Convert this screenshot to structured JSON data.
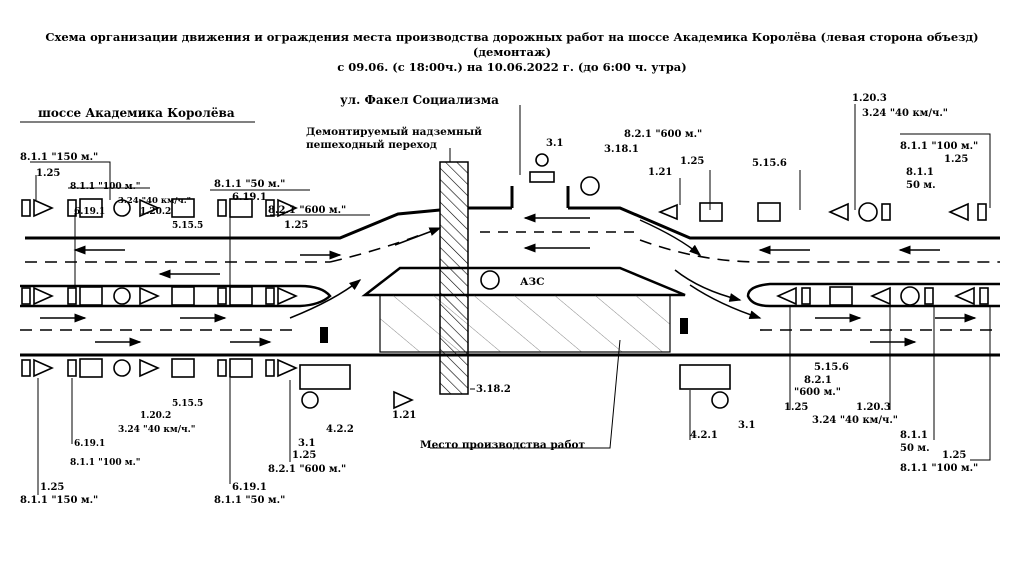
{
  "title": {
    "line1": "Схема организации движения и ограждения места производства дорожных работ на шоссе Академика Королёва (левая сторона объезд)",
    "line2": "(демонтаж)",
    "line3": "с 09.06. (с 18:00ч.) на 10.06.2022 г. (до 6:00 ч. утра)"
  },
  "streets": {
    "main": "шоссе Академика Королёва",
    "cross": "ул. Факел Социализма"
  },
  "annotations": {
    "crossing_line1": "Демонтируемый надземный",
    "crossing_line2": "пешеходный переход",
    "gas_station": "АЗС",
    "work_zone": "Место производства работ",
    "sign_318_2": "3.18.2",
    "sign_121_bottom": "1.21"
  },
  "left_top": {
    "l1": "8.1.1 \"150 м.\"",
    "l2": "1.25",
    "l3": "8.1.1 \"100 м.\"",
    "l4": "3.24 \"40 км/ч.\"",
    "l5": "6.19.1",
    "l6": "1.20.2",
    "l7": "5.15.5",
    "l8": "8.1.1 \"50 м.\"",
    "l9": "6.19.1",
    "l10": "8.2.1 \"600 м.\"",
    "l11": "1.25"
  },
  "left_bottom": {
    "l1": "5.15.5",
    "l2": "1.20.2",
    "l3": "3.24 \"40 км/ч.\"",
    "l4": "6.19.1",
    "l5": "8.1.1 \"100 м.\"",
    "l6": "1.25",
    "l7": "8.1.1 \"150 м.\"",
    "l8": "4.2.2",
    "l9": "3.1",
    "l10": "1.25",
    "l11": "8.2.1 \"600 м.\"",
    "l12": "6.19.1",
    "l13": "8.1.1 \"50 м.\""
  },
  "center_top": {
    "l1": "3.1",
    "l2": "3.18.1",
    "l3": "8.2.1 \"600 м.\"",
    "l4": "1.25",
    "l5": "1.21",
    "l6": "5.15.6"
  },
  "right_top": {
    "l1": "1.20.3",
    "l2": "3.24 \"40 км/ч.\"",
    "l3": "8.1.1 \"100 м.\"",
    "l4": "1.25",
    "l5": "8.1.1",
    "l6": "50 м."
  },
  "right_bottom": {
    "l1": "5.15.6",
    "l2": "8.2.1",
    "l3": "\"600 м.\"",
    "l4": "1.25",
    "l5": "1.20.3",
    "l6": "3.24 \"40 км/ч.\"",
    "l7": "8.1.1",
    "l8": "50 м.",
    "l9": "1.25",
    "l10": "8.1.1 \"100 м.\"",
    "l11": "4.2.1",
    "l12": "3.1"
  }
}
